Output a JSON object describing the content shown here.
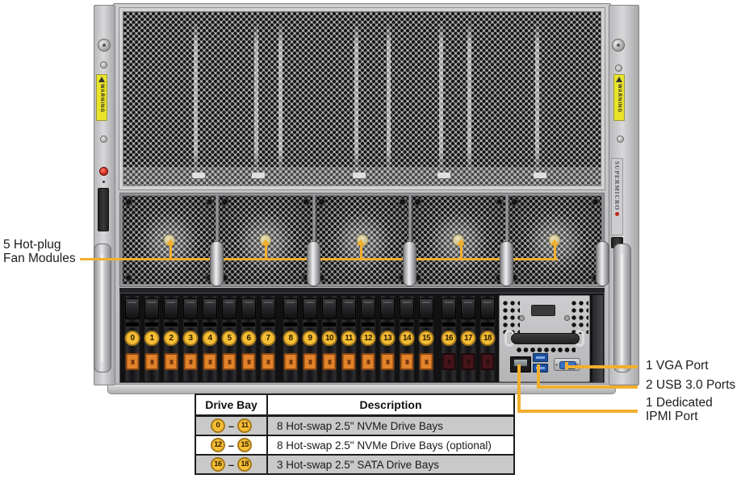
{
  "colors": {
    "leader": "#F2AF2E",
    "badge_fill": "#F6BE35",
    "badge_border": "#A5791B",
    "table_row_gray": "#C9C9C9",
    "latch_orange": "#E2832B",
    "latch_maroon": "#45151B",
    "usb_blue": "#1E4F9E",
    "vga_blue": "#3A6FC4",
    "warning_yellow": "#E9E32B"
  },
  "chassis": {
    "brand": "SUPERMICRO",
    "warning": "WARNING",
    "fan_count": 5,
    "drive_bay_numbers": [
      "0",
      "1",
      "2",
      "3",
      "4",
      "5",
      "6",
      "7",
      "8",
      "9",
      "10",
      "11",
      "12",
      "13",
      "14",
      "15",
      "16",
      "17",
      "18"
    ],
    "sata_bays_from": 16
  },
  "annotations": {
    "fan_label_line1": "5 Hot-plug",
    "fan_label_line2": "Fan Modules",
    "vga": "1 VGA Port",
    "usb": "2 USB 3.0 Ports",
    "ipmi": "1 Dedicated IPMI Port"
  },
  "table": {
    "headers": [
      "Drive Bay",
      "Description"
    ],
    "rows": [
      {
        "range_start": "0",
        "dash": "–",
        "range_end": "11",
        "description": "8 Hot-swap 2.5\" NVMe Drive Bays"
      },
      {
        "range_start": "12",
        "dash": "–",
        "range_end": "15",
        "description": "8 Hot-swap 2.5\" NVMe Drive Bays (optional)"
      },
      {
        "range_start": "16",
        "dash": "–",
        "range_end": "18",
        "description": "3 Hot-swap 2.5\" SATA Drive Bays"
      }
    ]
  }
}
